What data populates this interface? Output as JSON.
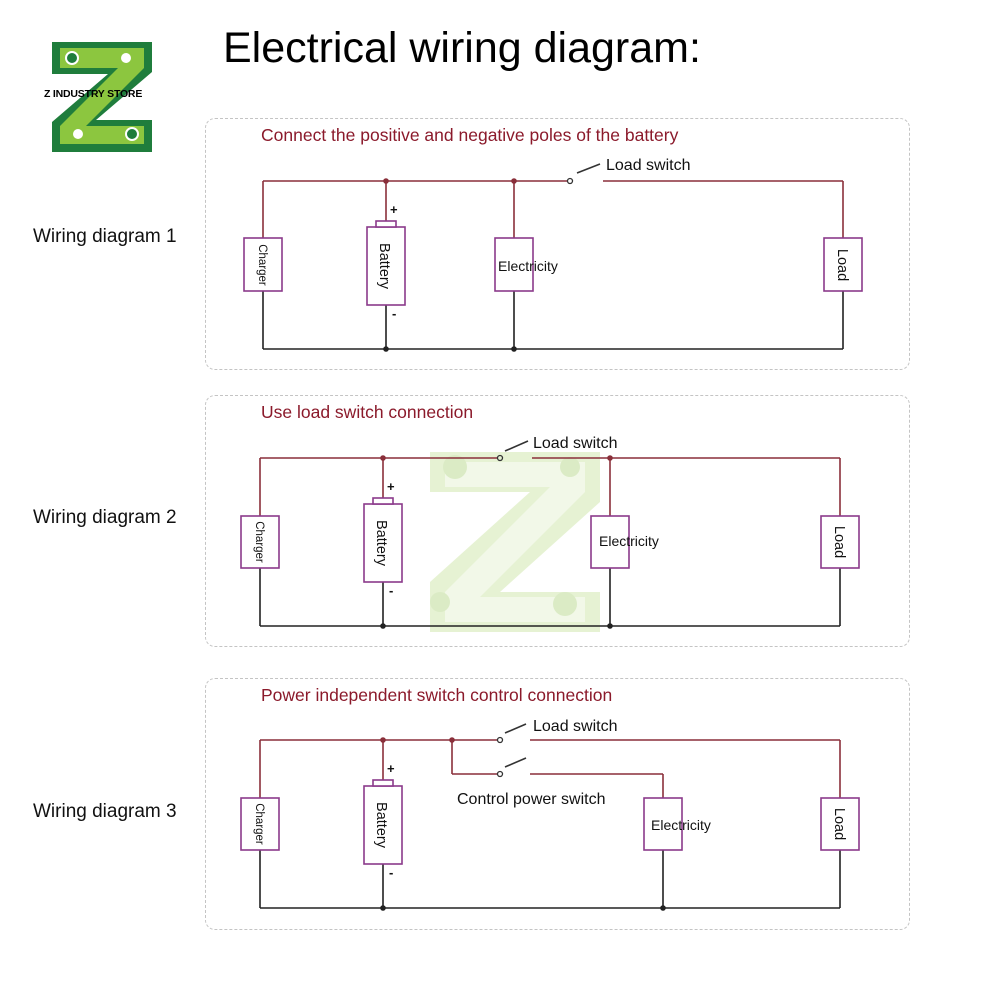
{
  "header": {
    "title": "Electrical wiring diagram:",
    "logo_text": "Z INDUSTRY STORE"
  },
  "colors": {
    "wire": "#8a2f3a",
    "component_border": "#8b3a8b",
    "title_text": "#8b1a2b",
    "logo_green": "#1f7d3c",
    "logo_lime": "#8cc63f"
  },
  "diagrams": [
    {
      "label": "Wiring diagram 1",
      "title": "Connect the positive and negative poles of the battery",
      "switch_label": "Load switch",
      "components": {
        "charger": "Charger",
        "battery": "Battery",
        "electricity": "Electricity",
        "load": "Load",
        "plus": "+",
        "minus": "-"
      }
    },
    {
      "label": "Wiring diagram 2",
      "title": "Use load switch connection",
      "switch_label": "Load switch",
      "components": {
        "charger": "Charger",
        "battery": "Battery",
        "electricity": "Electricity",
        "load": "Load",
        "plus": "+",
        "minus": "-"
      }
    },
    {
      "label": "Wiring diagram 3",
      "title": "Power independent switch control connection",
      "switch_label": "Load switch",
      "control_switch_label": "Control power switch",
      "components": {
        "charger": "Charger",
        "battery": "Battery",
        "electricity": "Electricity",
        "load": "Load",
        "plus": "+",
        "minus": "-"
      }
    }
  ]
}
